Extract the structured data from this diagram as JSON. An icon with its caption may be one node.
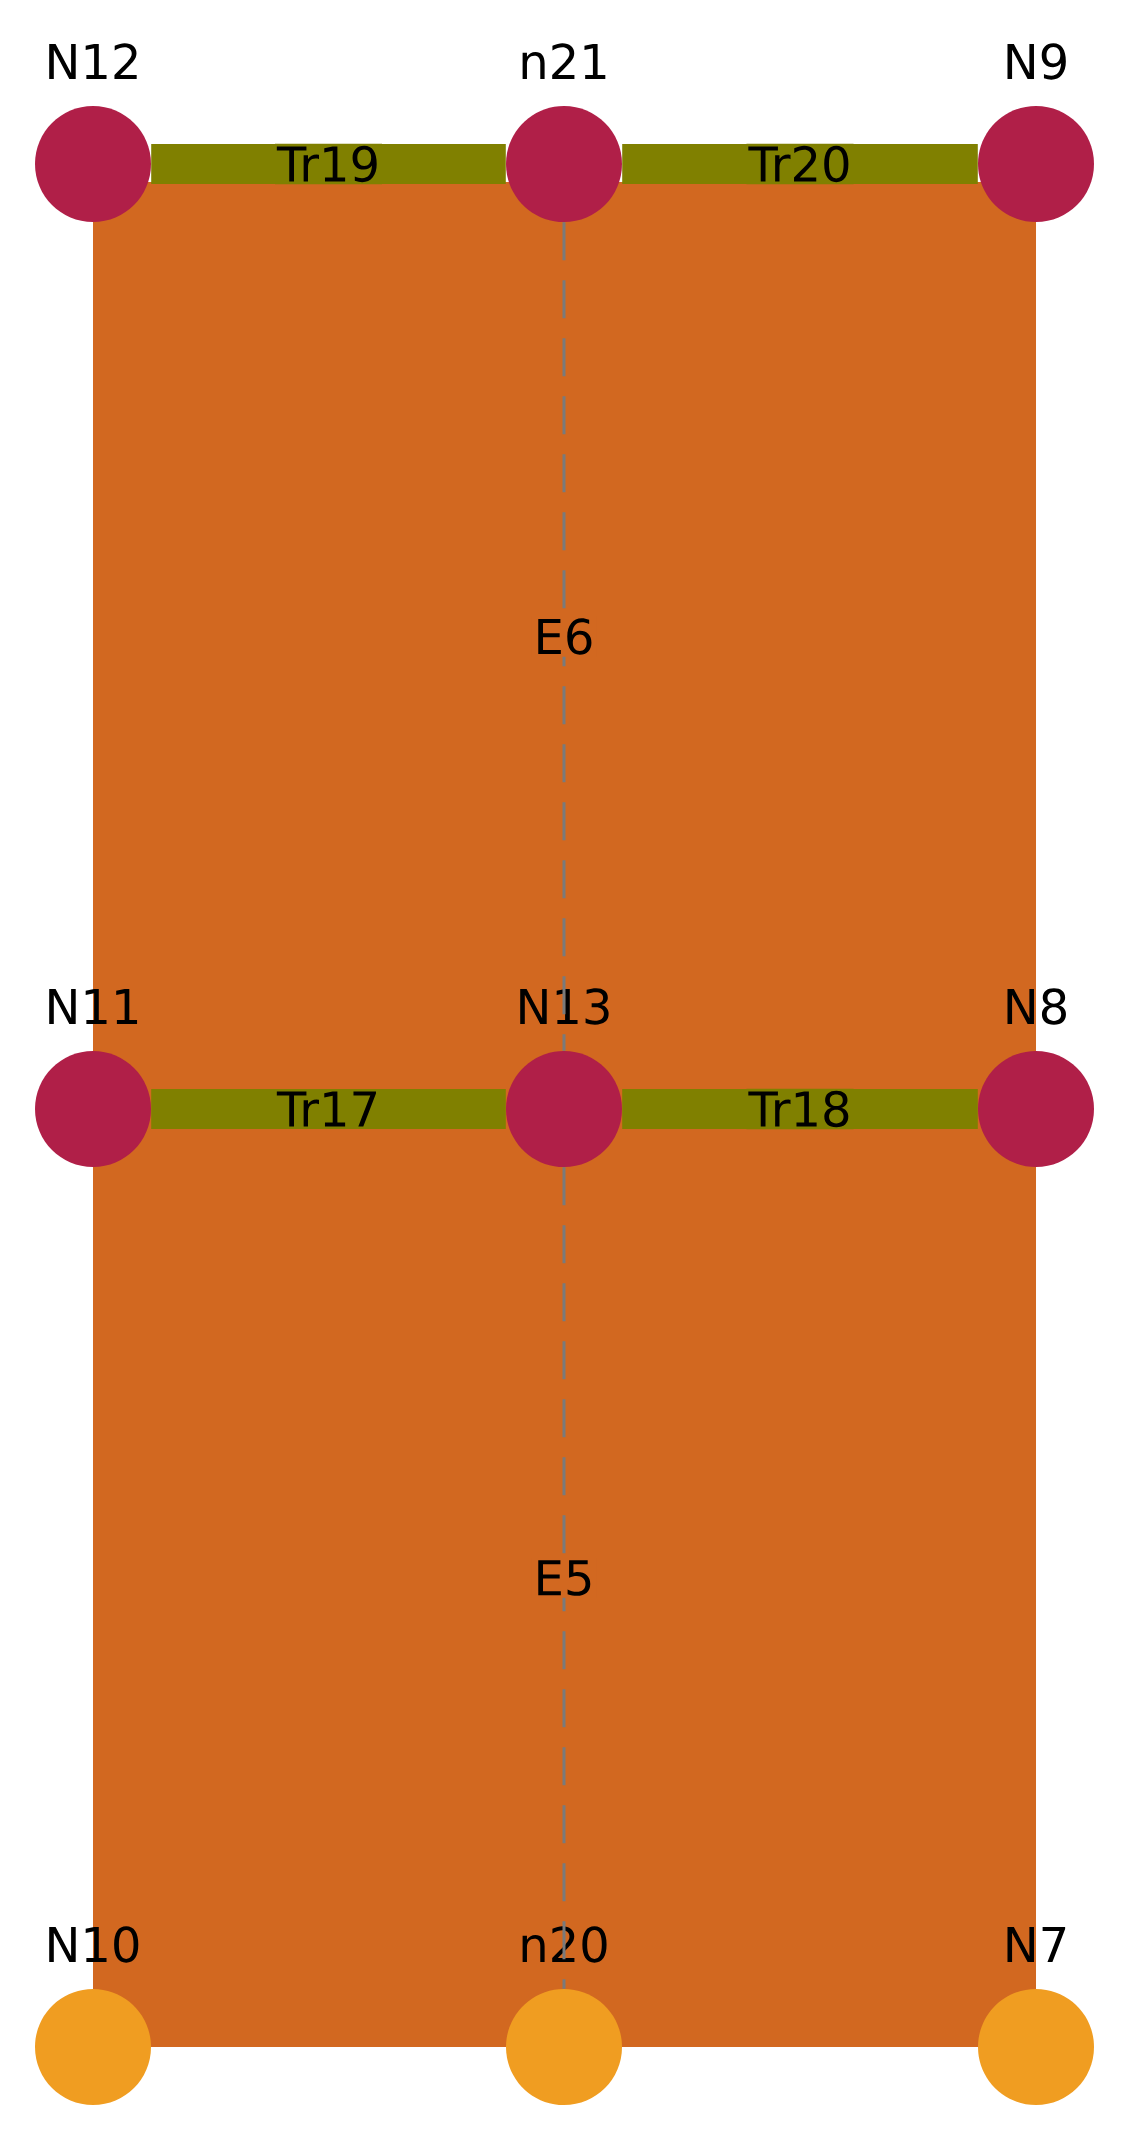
{
  "diagram": {
    "nodes": [
      {
        "text": [
          "N12"
        ]
      },
      {
        "text": [
          "n21"
        ]
      },
      {
        "text": [
          "N9"
        ]
      },
      {
        "text": [
          "N11"
        ]
      },
      {
        "text": [
          "N13"
        ]
      },
      {
        "text": [
          "N8"
        ]
      },
      {
        "text": [
          "N10"
        ]
      },
      {
        "text": [
          "n20"
        ]
      },
      {
        "text": [
          "N7"
        ]
      }
    ],
    "edges": [
      {
        "from": 0,
        "to": 1,
        "arrow": "none",
        "label": "Tr19"
      },
      {
        "from": 1,
        "to": 2,
        "arrow": "none",
        "label": "Tr20"
      },
      {
        "from": 3,
        "to": 4,
        "arrow": "none",
        "label": "Tr17"
      },
      {
        "from": 4,
        "to": 5,
        "arrow": "none",
        "label": "Tr18"
      },
      {
        "from": 1,
        "to": 4,
        "arrow": "none",
        "label": "E6",
        "style": "dashed",
        "color": "#7a7a7a"
      },
      {
        "from": 4,
        "to": 7,
        "arrow": "none",
        "label": "E5",
        "style": "dashed",
        "color": "#7a7a7a"
      }
    ]
  }
}
